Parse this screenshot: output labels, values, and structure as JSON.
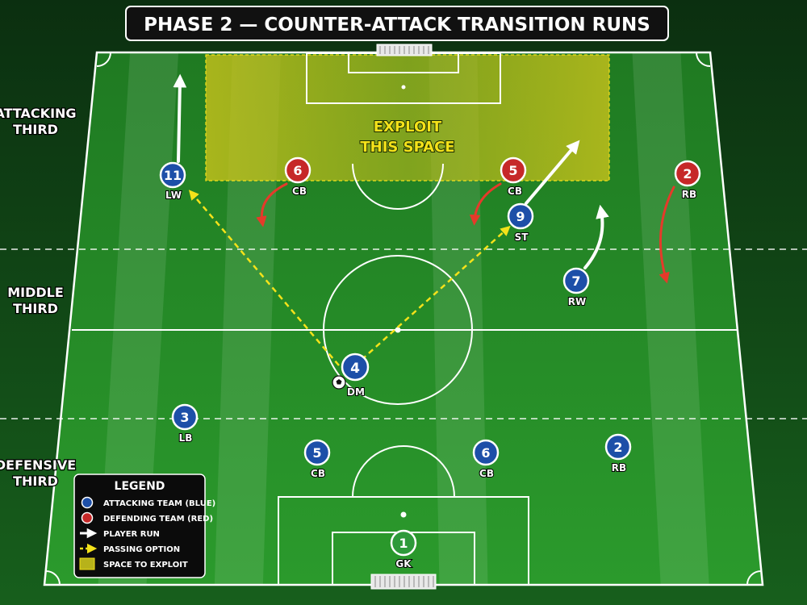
{
  "title": "PHASE 2 — COUNTER-ATTACK TRANSITION RUNS",
  "zones": {
    "attacking": [
      "ATTACKING",
      "THIRD"
    ],
    "middle": [
      "MIDDLE",
      "THIRD"
    ],
    "defensive": [
      "DEFENSIVE",
      "THIRD"
    ]
  },
  "exploit": [
    "EXPLOIT",
    "THIS SPACE"
  ],
  "colors": {
    "attack": "#1d4fa8",
    "defend": "#c62828",
    "gk": "#2e9a3a",
    "run": "#ffffff",
    "pass": "#f4e21a",
    "space": "#c9c21a"
  },
  "players": {
    "attacking": [
      {
        "num": "11",
        "role": "LW"
      },
      {
        "num": "9",
        "role": "ST"
      },
      {
        "num": "7",
        "role": "RW"
      },
      {
        "num": "4",
        "role": "DM"
      },
      {
        "num": "3",
        "role": "LB"
      },
      {
        "num": "5",
        "role": "CB"
      },
      {
        "num": "6",
        "role": "CB"
      },
      {
        "num": "2",
        "role": "RB"
      }
    ],
    "defending": [
      {
        "num": "6",
        "role": "CB"
      },
      {
        "num": "5",
        "role": "CB"
      },
      {
        "num": "2",
        "role": "RB"
      }
    ],
    "goalkeeper": {
      "num": "1",
      "role": "GK"
    }
  },
  "legend": {
    "title": "LEGEND",
    "items": [
      {
        "icon": "blue-circle",
        "label": "ATTACKING TEAM (BLUE)"
      },
      {
        "icon": "red-circle",
        "label": "DEFENDING TEAM (RED)"
      },
      {
        "icon": "white-arrow",
        "label": "PLAYER RUN"
      },
      {
        "icon": "yellow-dashed-arrow",
        "label": "PASSING OPTION"
      },
      {
        "icon": "yellow-square",
        "label": "SPACE TO EXPLOIT"
      }
    ]
  }
}
